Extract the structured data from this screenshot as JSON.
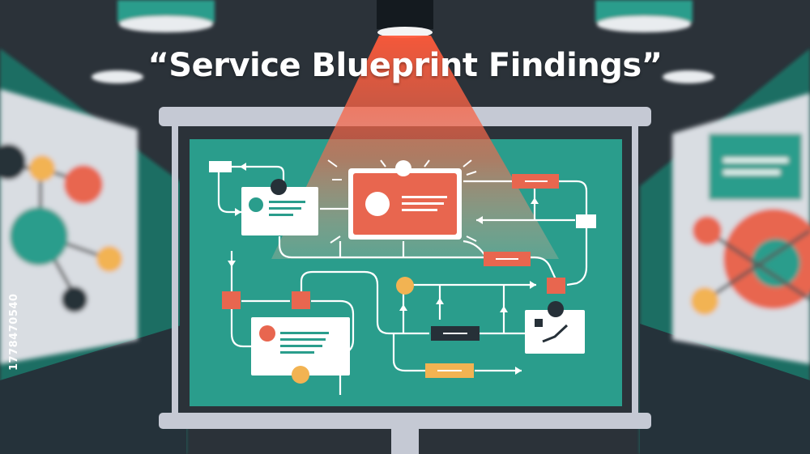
{
  "title": "“Service Blueprint Findings”",
  "side_id": "1778470540",
  "colors": {
    "background": "#2b3239",
    "board": "#2a9d8c",
    "frame": "#c5c9d4",
    "accent_coral": "#e8664f",
    "accent_yellow": "#f2b352",
    "card": "#ffffff",
    "line": "#ffffff",
    "node_dark": "#263038"
  },
  "icons": [
    "ceiling-lamp-icon",
    "spotlight-beam",
    "projector-screen",
    "avatar-icon",
    "chart-icon"
  ]
}
